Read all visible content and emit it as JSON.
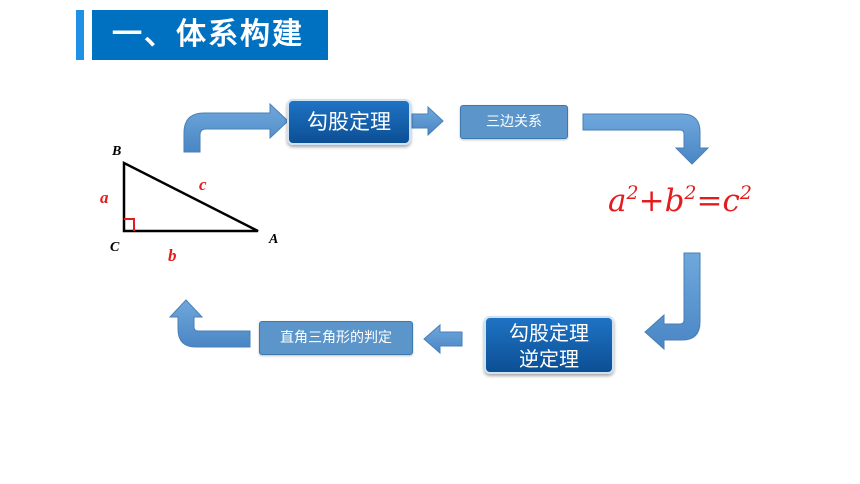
{
  "title": "一、体系构建",
  "triangle": {
    "vertex_b": "B",
    "vertex_c": "C",
    "vertex_a": "A",
    "side_a": "a",
    "side_b": "b",
    "side_c": "c"
  },
  "nodes": {
    "pythagorean_theorem": "勾股定理",
    "three_sides_relation": "三边关系",
    "converse_line1": "勾股定理",
    "converse_line2": "逆定理",
    "right_triangle_judgement": "直角三角形的判定"
  },
  "formula": {
    "a": "a",
    "b": "b",
    "c": "c",
    "exp": "2",
    "plus": "+",
    "equals": "="
  },
  "colors": {
    "title_bg": "#0070C0",
    "arrow": "#5B9BD5",
    "formula": "#E41C1C",
    "side_labels": "#E41C1C"
  }
}
